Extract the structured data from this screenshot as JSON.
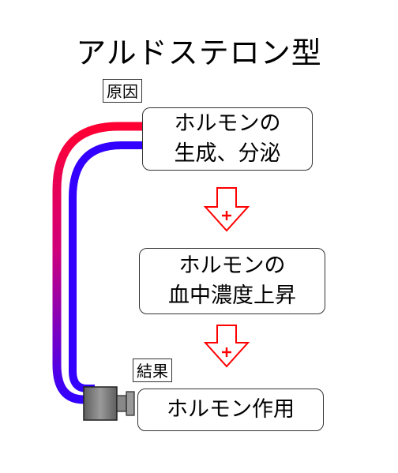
{
  "title": "アルドステロン型",
  "labels": {
    "cause": "原因",
    "result": "結果"
  },
  "steps": [
    {
      "text": "ホルモンの\n生成、分泌"
    },
    {
      "text": "ホルモンの\n血中濃度上昇"
    },
    {
      "text": "ホルモン作用"
    }
  ],
  "colors": {
    "red_pipe": "#ff0033",
    "blue_pipe": "#3300ff",
    "arrow_outline": "#ff0000",
    "valve_body": "#777777"
  },
  "icons": {
    "flow_arrows": "hollow-down-arrow-with-plus",
    "valve": "valve-icon"
  }
}
